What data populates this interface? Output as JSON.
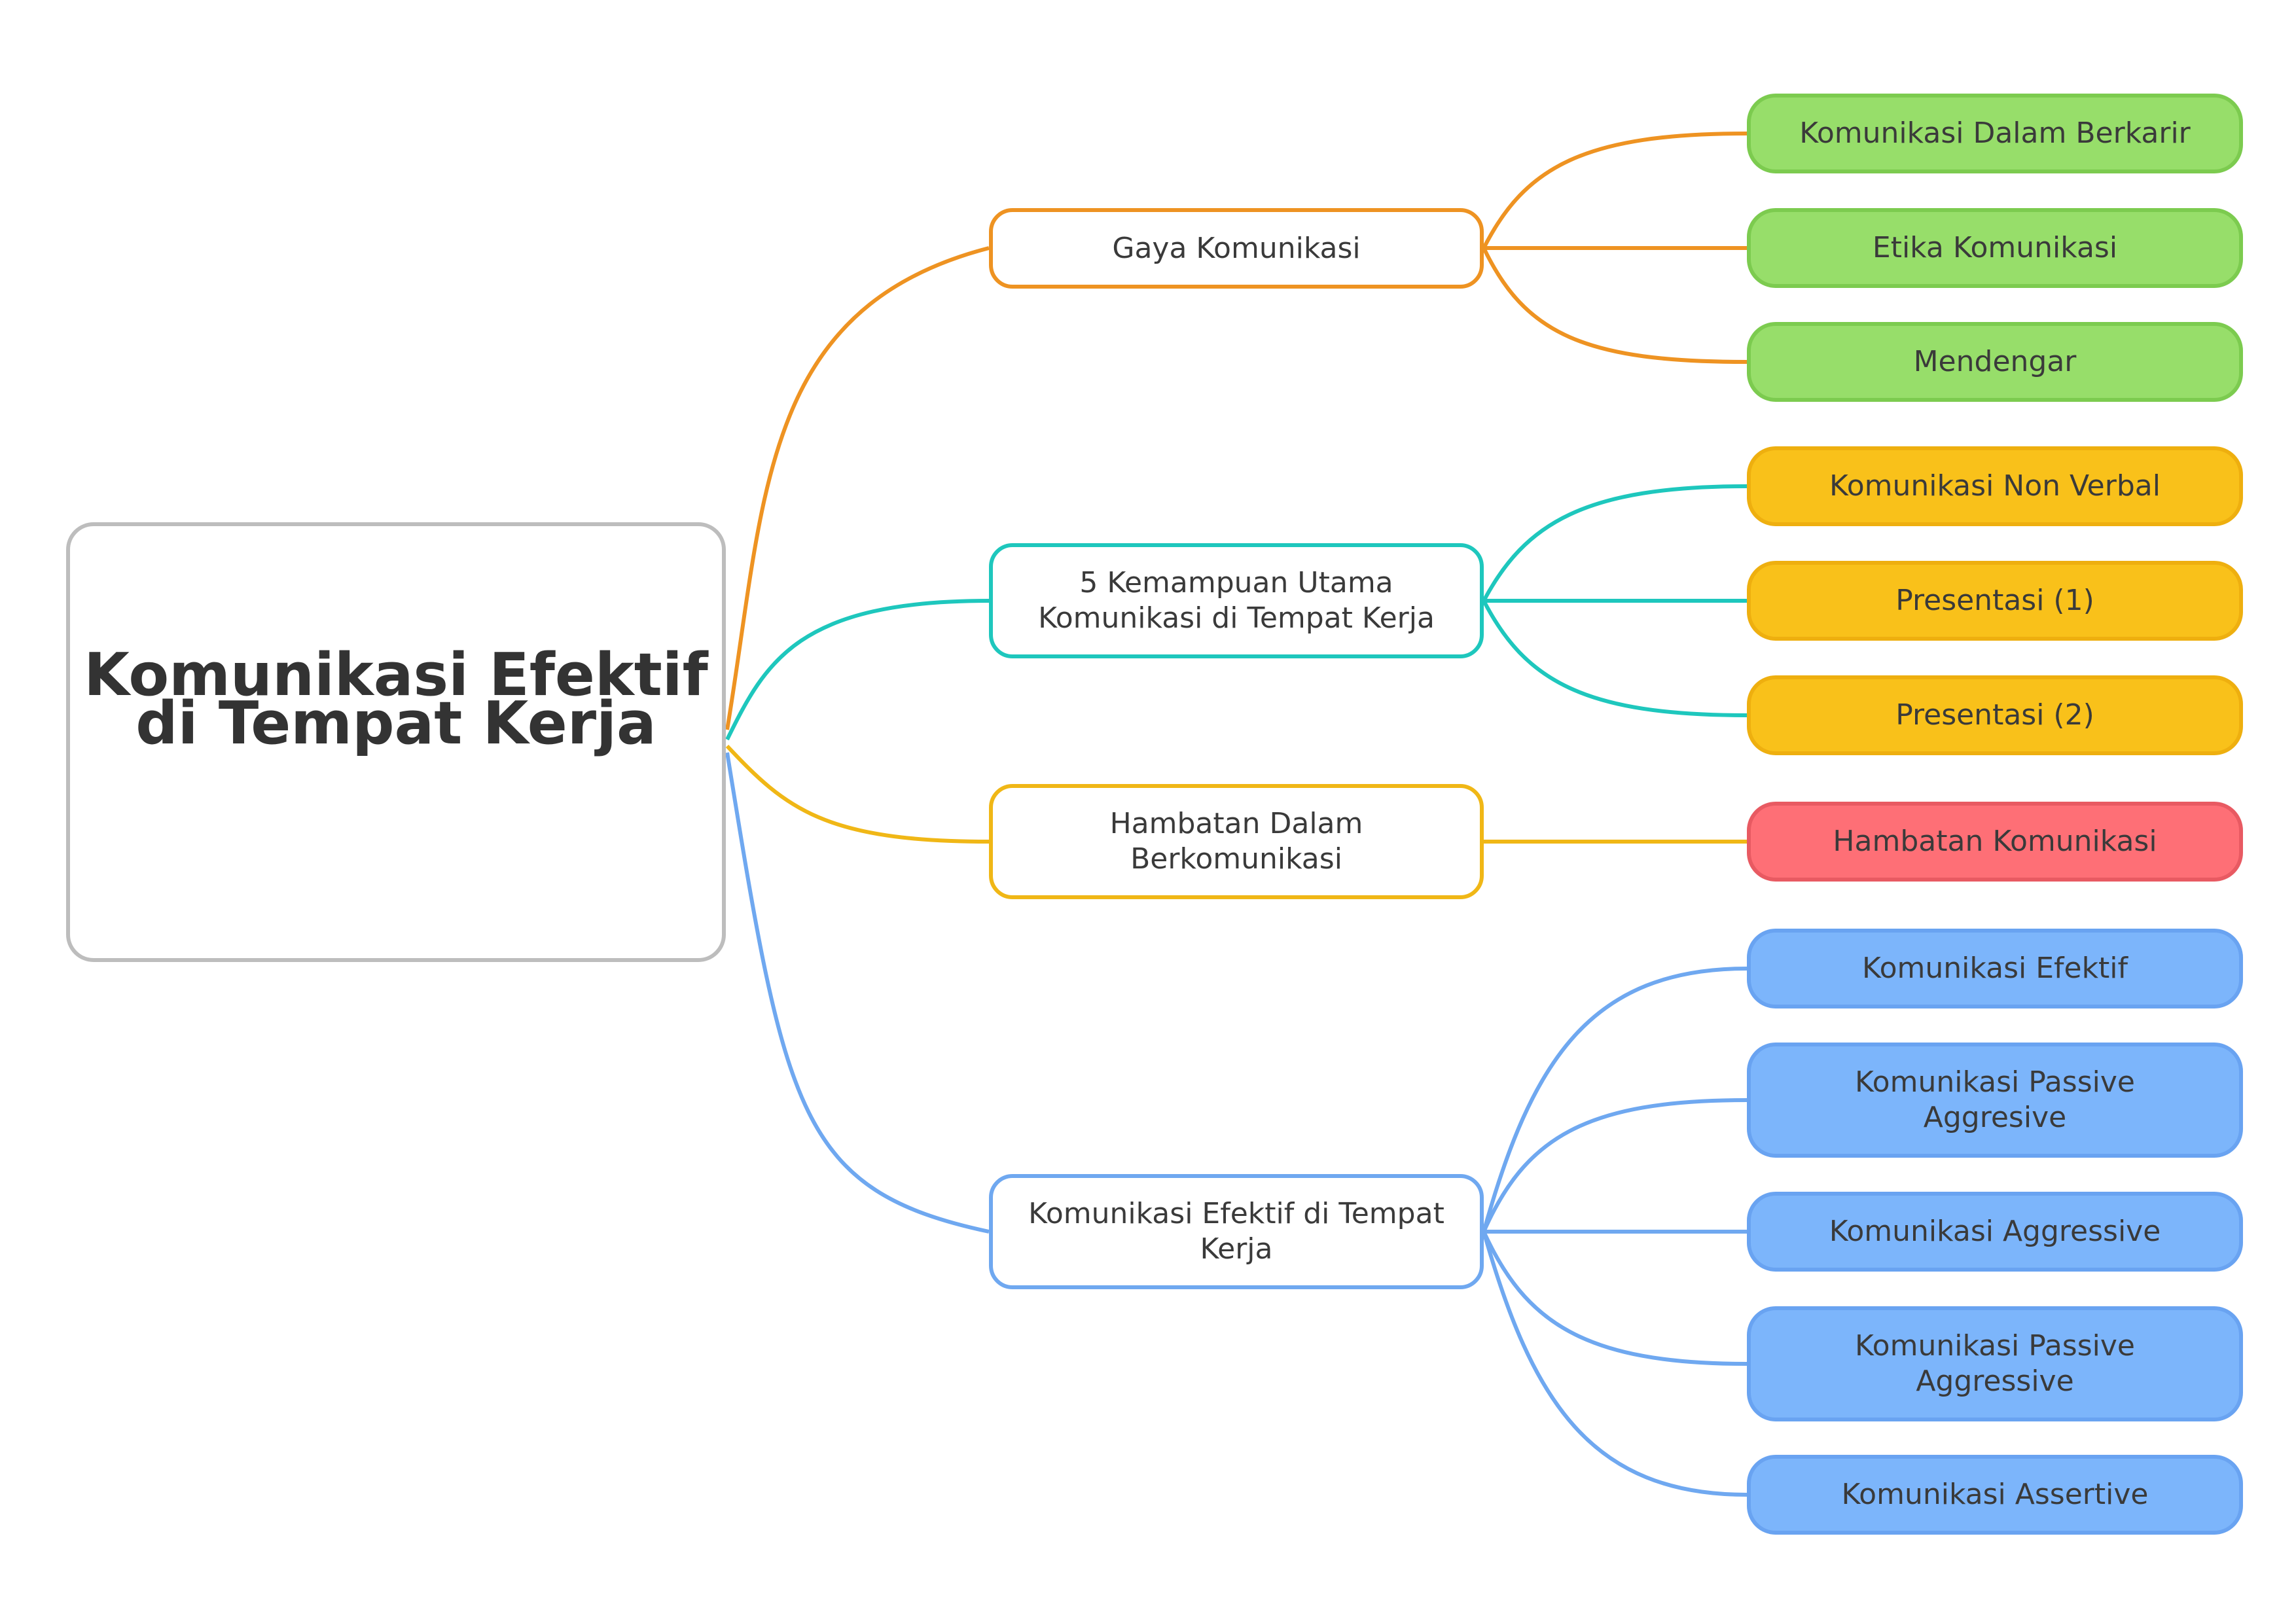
{
  "root": {
    "title": "Komunikasi Efektif\ndi Tempat Kerja"
  },
  "branches": [
    {
      "label": "Gaya Komunikasi",
      "color": "#ee9322",
      "children": [
        "Komunikasi Dalam Berkarir",
        "Etika Komunikasi",
        "Mendengar"
      ],
      "child_style": "green"
    },
    {
      "label": "5 Kemampuan Utama\nKomunikasi di Tempat Kerja",
      "color": "#1ec7bd",
      "children": [
        "Komunikasi Non Verbal",
        "Presentasi (1)",
        "Presentasi (2)"
      ],
      "child_style": "yellow"
    },
    {
      "label": "Hambatan Dalam\nBerkomunikasi",
      "color": "#f0b716",
      "children": [
        "Hambatan Komunikasi"
      ],
      "child_style": "red"
    },
    {
      "label": "Komunikasi Efektif di Tempat\nKerja",
      "color": "#6fa8f0",
      "children": [
        "Komunikasi Efektif",
        "Komunikasi Passive\nAggresive",
        "Komunikasi Aggressive",
        "Komunikasi Passive\nAggressive",
        "Komunikasi Assertive"
      ],
      "child_style": "blue"
    }
  ]
}
